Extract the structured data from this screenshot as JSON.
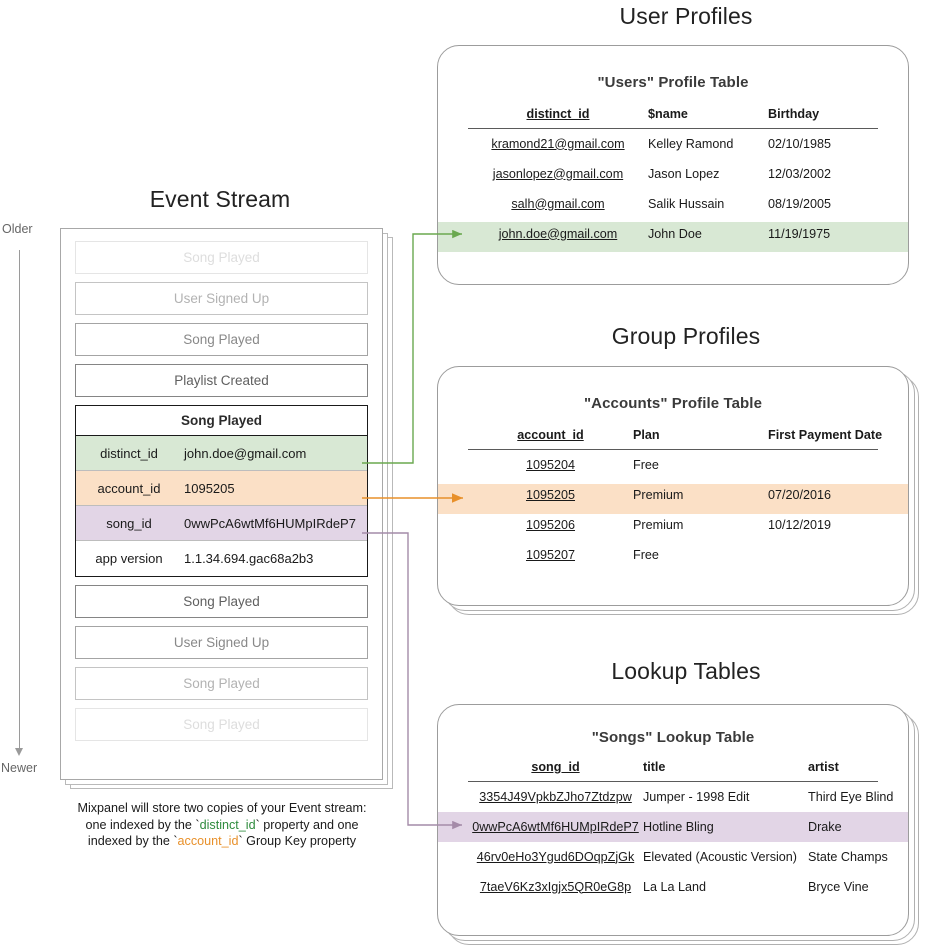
{
  "colors": {
    "green": "#d8e8d4",
    "orange": "#fbe0c6",
    "purple": "#e2d5e6",
    "green_arrow": "#6aa84f",
    "orange_arrow": "#e8902a",
    "purple_arrow": "#a48ba8"
  },
  "event_stream": {
    "title": "Event Stream",
    "timeline": {
      "older": "Older",
      "newer": "Newer"
    },
    "events_before": [
      {
        "label": "Song Played",
        "fade": 1
      },
      {
        "label": "User Signed Up",
        "fade": 2
      },
      {
        "label": "Song Played",
        "fade": 3
      },
      {
        "label": "Playlist Created",
        "fade": 4
      }
    ],
    "selected_event": {
      "name": "Song Played",
      "properties": [
        {
          "key": "distinct_id",
          "value": "john.doe@gmail.com",
          "highlight": "green"
        },
        {
          "key": "account_id",
          "value": "1095205",
          "highlight": "orange"
        },
        {
          "key": "song_id",
          "value": "0wwPcA6wtMf6HUMpIRdeP7",
          "highlight": "purple"
        },
        {
          "key": "app version",
          "value": "1.1.34.694.gac68a2b3",
          "highlight": "plain"
        }
      ]
    },
    "events_after": [
      {
        "label": "Song Played",
        "fade": 4
      },
      {
        "label": "User Signed Up",
        "fade": 3
      },
      {
        "label": "Song Played",
        "fade": 2
      },
      {
        "label": "Song Played",
        "fade": 1
      }
    ],
    "caption": {
      "line1": "Mixpanel will store two copies of your Event stream:",
      "line2_pre": "one indexed by the `",
      "line2_green": "distinct_id",
      "line2_post": "` property and one",
      "line3_pre": "indexed by the `",
      "line3_orange": "account_id",
      "line3_post": "` Group Key property"
    }
  },
  "user_profiles": {
    "section_title": "User Profiles",
    "panel_title": "\"Users\" Profile Table",
    "columns": [
      "distinct_id",
      "$name",
      "Birthday"
    ],
    "rows": [
      {
        "cells": [
          "kramond21@gmail.com",
          "Kelley Ramond",
          "02/10/1985"
        ],
        "highlight": ""
      },
      {
        "cells": [
          "jasonlopez@gmail.com",
          "Jason Lopez",
          "12/03/2002"
        ],
        "highlight": ""
      },
      {
        "cells": [
          "salh@gmail.com",
          "Salik Hussain",
          "08/19/2005"
        ],
        "highlight": ""
      },
      {
        "cells": [
          "john.doe@gmail.com",
          "John Doe",
          "11/19/1975"
        ],
        "highlight": "green"
      }
    ]
  },
  "group_profiles": {
    "section_title": "Group Profiles",
    "panel_title": "\"Accounts\" Profile Table",
    "columns": [
      "account_id",
      "Plan",
      "First Payment Date"
    ],
    "rows": [
      {
        "cells": [
          "1095204",
          "Free",
          ""
        ],
        "highlight": ""
      },
      {
        "cells": [
          "1095205",
          "Premium",
          "07/20/2016"
        ],
        "highlight": "orange"
      },
      {
        "cells": [
          "1095206",
          "Premium",
          "10/12/2019"
        ],
        "highlight": ""
      },
      {
        "cells": [
          "1095207",
          "Free",
          ""
        ],
        "highlight": ""
      }
    ]
  },
  "lookup_tables": {
    "section_title": "Lookup Tables",
    "panel_title": "\"Songs\" Lookup Table",
    "columns": [
      "song_id",
      "title",
      "artist"
    ],
    "rows": [
      {
        "cells": [
          "3354J49VpkbZJho7Ztdzpw",
          "Jumper - 1998 Edit",
          "Third Eye Blind"
        ],
        "highlight": ""
      },
      {
        "cells": [
          "0wwPcA6wtMf6HUMpIRdeP7",
          "Hotline Bling",
          "Drake"
        ],
        "highlight": "purple"
      },
      {
        "cells": [
          "46rv0eHo3Ygud6DOqpZjGk",
          "Elevated (Acoustic Version)",
          "State Champs"
        ],
        "highlight": ""
      },
      {
        "cells": [
          "7taeV6Kz3xIgjx5QR0eG8p",
          "La La Land",
          "Bryce Vine"
        ],
        "highlight": ""
      }
    ]
  }
}
